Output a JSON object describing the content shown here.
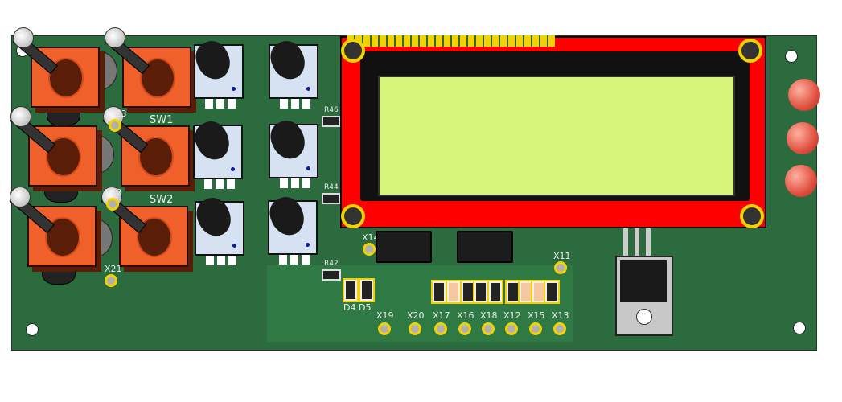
{
  "silkscreen": {
    "switches": [
      "SW1",
      "SW2"
    ],
    "testpoints_left": [
      "X23",
      "X22",
      "X21"
    ],
    "resistors": [
      "R46",
      "R44",
      "R42"
    ],
    "ic_testpoint": "X14",
    "testpoint_right": "X11",
    "diodes": [
      "D4",
      "D5"
    ],
    "testpoints_bottom": [
      "X19",
      "X20",
      "X17",
      "X16",
      "X18",
      "X12",
      "X15",
      "X13"
    ]
  },
  "colors": {
    "board": "#2b6b3d",
    "lcd_pcb": "#ff0000",
    "lcd_screen": "#d4f57a",
    "switch": "#f0602a",
    "pad": "#f2d200"
  }
}
